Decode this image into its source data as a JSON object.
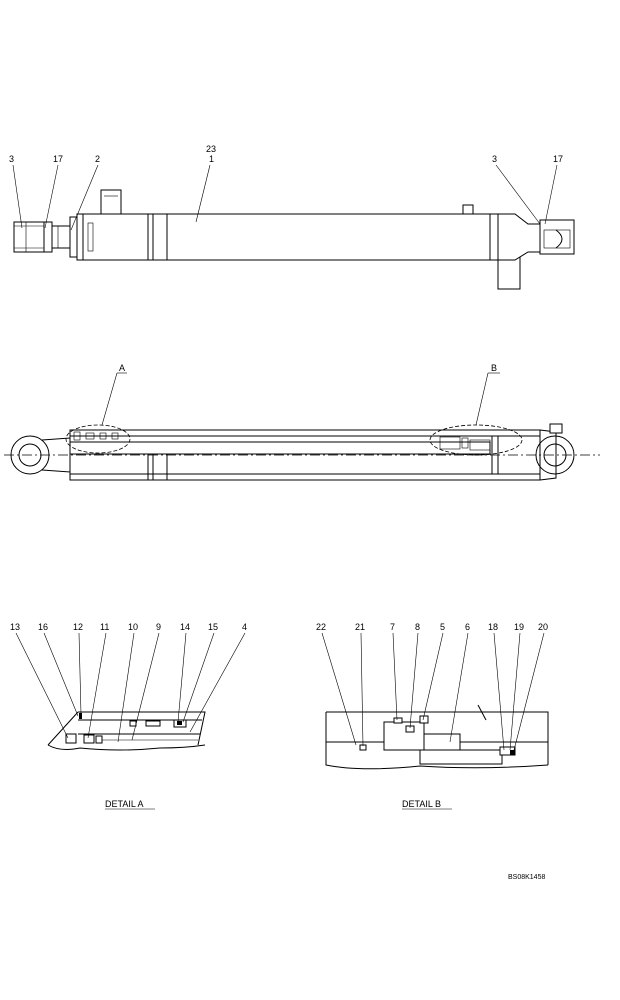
{
  "drawing_code": "BS08K1458",
  "views": {
    "top": {
      "callouts": [
        "3",
        "17",
        "2",
        "23",
        "1",
        "3",
        "17"
      ]
    },
    "section": {
      "callouts": [
        "A",
        "B"
      ]
    }
  },
  "detail_a": {
    "title": "DETAIL  A",
    "callouts": [
      "13",
      "16",
      "12",
      "11",
      "10",
      "9",
      "14",
      "15",
      "4"
    ]
  },
  "detail_b": {
    "title": "DETAIL  B",
    "callouts": [
      "22",
      "21",
      "7",
      "8",
      "5",
      "6",
      "18",
      "19",
      "20"
    ]
  }
}
